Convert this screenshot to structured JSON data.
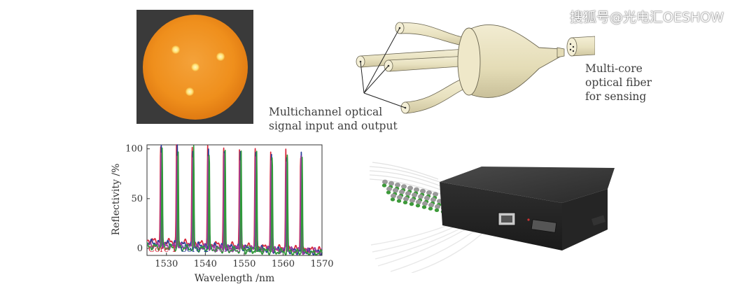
{
  "watermark": "搜狐号@光电汇OESHOW",
  "labels": {
    "multichannel_line1": "Multichannel optical",
    "multichannel_line2": "signal input and output",
    "sensing_line1": "Multi-core",
    "sensing_line2": "optical fiber",
    "sensing_line3": "for sensing"
  },
  "colors": {
    "core_1": "#d8283c",
    "core_2": "#2a3f9a",
    "core_3": "#9a3fa0",
    "core_4": "#2f9a3a",
    "fiber_fill": "#ece6c8",
    "micro_bg": "#3a3a3a",
    "micro_disc": "#f0901c",
    "device_body": "#2c2c2c",
    "connector_green": "#3d9a3a"
  },
  "micrograph": {
    "core_count": 4
  },
  "chart_data": {
    "type": "line",
    "xlabel": "Wavelength /nm",
    "ylabel": "Reflectivity /%",
    "xlim": [
      1525,
      1570
    ],
    "ylim": [
      -7,
      104
    ],
    "xticks": [
      1530,
      1540,
      1550,
      1560,
      1570
    ],
    "yticks": [
      0,
      50,
      100
    ],
    "legend": {
      "placement": "bottom-left"
    },
    "grid": false,
    "series": [
      {
        "name": "Core 1",
        "color": "#d8283c",
        "peaks_nm": [
          1528.5,
          1532.6,
          1536.6,
          1540.6,
          1544.7,
          1548.8,
          1552.8,
          1556.8,
          1560.7,
          1564.5
        ],
        "peak_values": [
          97,
          100,
          96,
          98,
          100,
          97,
          99,
          96,
          98,
          97
        ],
        "baseline_start": 8,
        "baseline_end": -2
      },
      {
        "name": "Core 2",
        "color": "#2a3f9a",
        "peaks_nm": [
          1528.7,
          1532.8,
          1536.8,
          1540.8,
          1544.9,
          1549.0,
          1553.0,
          1557.0,
          1560.9,
          1564.7
        ],
        "peak_values": [
          100,
          100,
          98,
          99,
          98,
          98,
          99,
          97,
          96,
          100
        ],
        "baseline_start": 6,
        "baseline_end": -4
      },
      {
        "name": "Core 3",
        "color": "#9a3fa0",
        "peaks_nm": [
          1528.6,
          1532.7,
          1536.7,
          1540.7,
          1544.8,
          1548.9,
          1552.9,
          1556.9,
          1560.8,
          1564.6
        ],
        "peak_values": [
          94,
          95,
          93,
          95,
          96,
          94,
          95,
          93,
          94,
          94
        ],
        "baseline_start": 3,
        "baseline_end": -3
      },
      {
        "name": "Core 4",
        "color": "#2f9a3a",
        "peaks_nm": [
          1528.9,
          1533.0,
          1537.0,
          1541.0,
          1545.1,
          1549.2,
          1553.2,
          1557.2,
          1561.1,
          1564.9
        ],
        "peak_values": [
          99,
          98,
          100,
          97,
          99,
          100,
          98,
          97,
          99,
          98
        ],
        "baseline_start": 2,
        "baseline_end": -5
      }
    ]
  }
}
